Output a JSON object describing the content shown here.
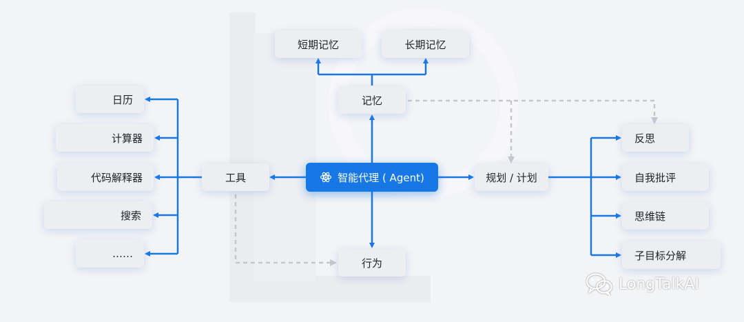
{
  "center": {
    "label": "智能代理 ( Agent)",
    "icon": "atom-icon"
  },
  "memory": {
    "label": "记忆",
    "short_term": "短期记忆",
    "long_term": "长期记忆"
  },
  "tools": {
    "label": "工具",
    "items": [
      "日历",
      "计算器",
      "代码解释器",
      "搜索",
      "……"
    ]
  },
  "planning": {
    "label": "规划 / 计划",
    "items": [
      "反思",
      "自我批评",
      "思维链",
      "子目标分解"
    ]
  },
  "action": {
    "label": "行为"
  },
  "watermark": {
    "text": "LongTalkAI",
    "icon": "wechat-icon"
  },
  "colors": {
    "accent": "#1677e5",
    "dashed": "#c4c8ce",
    "node_bg": "#eceef1"
  }
}
